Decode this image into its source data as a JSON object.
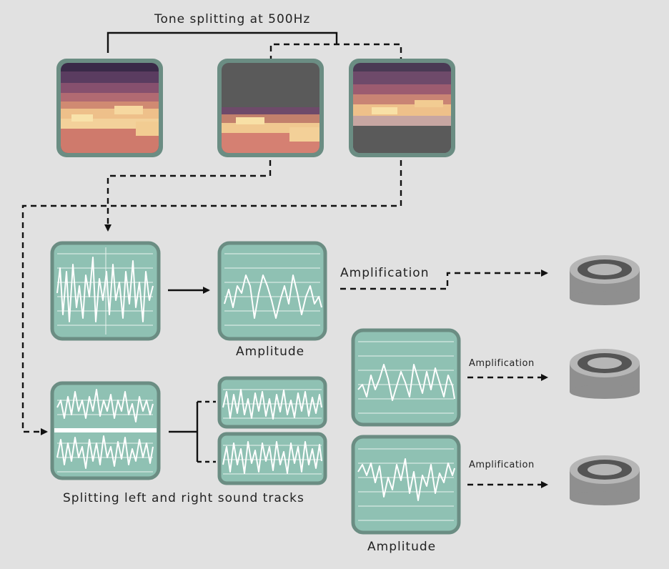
{
  "labels": {
    "tone_splitting": "Tone splitting at 500Hz",
    "amplification_main": "Amplification",
    "amplitude_top": "Amplitude",
    "amplification_right_1": "Amplification",
    "amplification_right_2": "Amplification",
    "splitting_tracks": "Splitting left and right sound tracks",
    "amplitude_bottom": "Amplitude"
  },
  "colors": {
    "background": "#e1e1e1",
    "panel_fill": "#8fc1b3",
    "panel_border": "#6b8d83",
    "wave": "#ffffff",
    "line": "#111111",
    "speaker_body": "#8f8f8f",
    "speaker_top": "#b6b6b6",
    "speaker_ring": "#555555"
  },
  "icons": [
    "spectrogram-full",
    "spectrogram-low-band",
    "spectrogram-high-band",
    "waveform-panel",
    "speaker-icon"
  ]
}
